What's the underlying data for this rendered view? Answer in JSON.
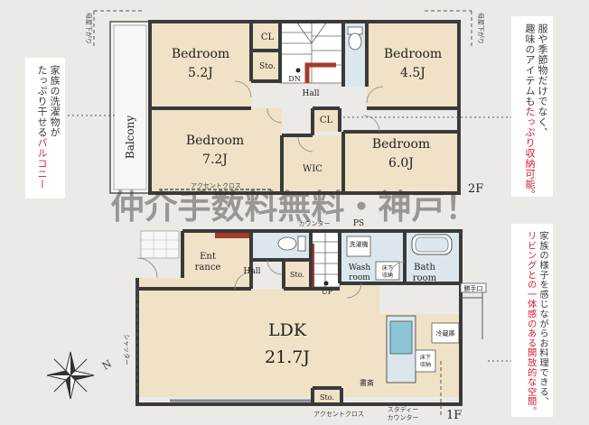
{
  "floor2": {
    "label": "2F",
    "rooms": [
      {
        "name": "Bedroom",
        "size": "5.2J"
      },
      {
        "name": "Bedroom",
        "size": "4.5J"
      },
      {
        "name": "Bedroom",
        "size": "7.2J"
      },
      {
        "name": "Bedroom",
        "size": "6.0J"
      }
    ],
    "balcony": "Balcony",
    "hall": "Hall",
    "dn": "DN",
    "cl": [
      "CL",
      "CL"
    ],
    "sto": "Sto.",
    "wic": "WIC",
    "accent_cross": "アクセントクロス",
    "roof_left": "母屋下がり",
    "roof_right": "母屋下がり"
  },
  "floor1": {
    "label": "1F",
    "ldk_name": "LDK",
    "ldk_size": "21.7J",
    "entrance": [
      "Ent",
      "rance"
    ],
    "hall": "Hall",
    "sto_top": "Sto.",
    "sto_bottom": "Sto.",
    "wash": [
      "Wash",
      "room"
    ],
    "bath": [
      "Bath",
      "room"
    ],
    "laundry": "洗濯機",
    "storage_small": [
      "床下",
      "収納"
    ],
    "storage_kitchen": [
      "床下",
      "収納"
    ],
    "back_door": "勝手口",
    "fridge": "冷蔵庫",
    "shutter": "シャッター",
    "up": "UP",
    "ps": "PS",
    "counter": "カウンター",
    "study_desk": "書斎",
    "accent_cross": "アクセントクロス",
    "study_counter": [
      "スタディー",
      "カウンター"
    ]
  },
  "watermark": "仲介手数料無料・神戸！",
  "compass_label": "N",
  "notes": {
    "left": [
      [
        {
          "t": "家族の洗濯物が"
        }
      ],
      [
        {
          "t": "たっぷり干せる"
        },
        {
          "t": "バルコニー",
          "red": true
        }
      ]
    ],
    "right_top": [
      [
        {
          "t": "服や季節物だけでなく、"
        }
      ],
      [
        {
          "t": "趣味のアイテムも"
        },
        {
          "t": "たっぷり収納可能。",
          "red": true
        }
      ]
    ],
    "right_bottom": [
      [
        {
          "t": "家族の様子を感じながらお料理できる、"
        }
      ],
      [
        {
          "t": "リビングとの一体感のある開放的な空間。",
          "red": true
        }
      ]
    ]
  },
  "colors": {
    "room": "#f0e2c6",
    "wet": "#dbe7ec",
    "wall": "#3a3a3a",
    "accent_red": "#d01d33",
    "background": "#eceae7"
  }
}
